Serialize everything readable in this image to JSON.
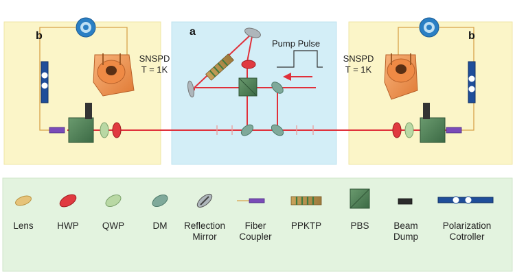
{
  "panels": {
    "center_label": "a",
    "left_label": "b",
    "right_label": "b"
  },
  "detectors": {
    "left": {
      "name": "SNSPD",
      "temp": "T = 1K"
    },
    "right": {
      "name": "SNSPD",
      "temp": "T = 1K"
    }
  },
  "pump": {
    "label": "Pump Pulse"
  },
  "colors": {
    "beam": "#e0303a",
    "yellow_panel": "#fbf5c8",
    "blue_panel": "#d3eef7",
    "green_panel": "#e3f3df",
    "pbs": "#4d7a55"
  },
  "legend": [
    {
      "label": "Lens",
      "icon": "lens-icon"
    },
    {
      "label": "HWP",
      "icon": "hwp-icon"
    },
    {
      "label": "QWP",
      "icon": "qwp-icon"
    },
    {
      "label": "DM",
      "icon": "dm-icon"
    },
    {
      "label": "Reflection\nMirror",
      "icon": "mirror-icon"
    },
    {
      "label": "Fiber\nCoupler",
      "icon": "fiber-coupler-icon"
    },
    {
      "label": "PPKTP",
      "icon": "ppktp-icon"
    },
    {
      "label": "PBS",
      "icon": "pbs-icon"
    },
    {
      "label": "Beam\nDump",
      "icon": "beam-dump-icon"
    },
    {
      "label": "Polarization\nCotroller",
      "icon": "polarization-controller-icon"
    }
  ]
}
